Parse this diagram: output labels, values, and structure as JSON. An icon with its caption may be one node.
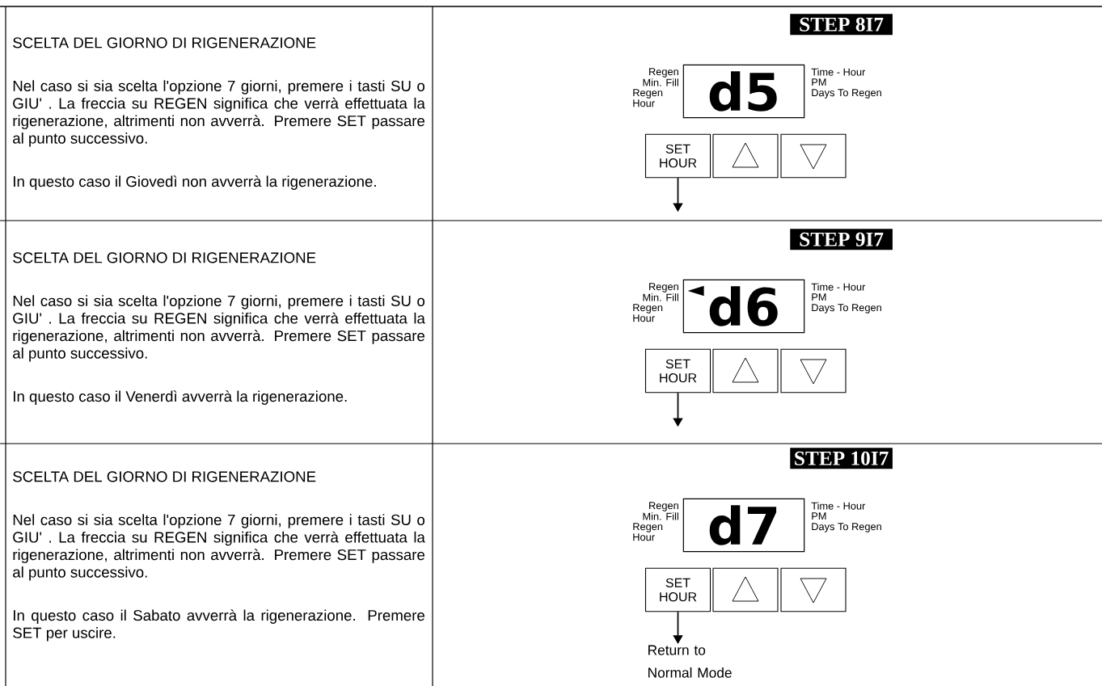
{
  "diagram": {
    "nodes": [
      {
        "text": [
          "d5"
        ],
        "beside": [
          "Regen",
          "Min. Fill",
          "Regen Hour",
          "Time - Hour",
          "PM",
          "Days To Regen"
        ]
      },
      {
        "text": [
          "SET HOUR"
        ]
      },
      {
        "text": [],
        "shape": "box"
      },
      {
        "text": [],
        "shape": "box"
      },
      {
        "text": [
          "d6"
        ],
        "beside": [
          "Regen",
          "Min. Fill",
          "Regen Hour",
          "Time - Hour",
          "PM",
          "Days To Regen"
        ]
      },
      {
        "text": [
          "SET HOUR"
        ]
      },
      {
        "text": [],
        "shape": "box"
      },
      {
        "text": [],
        "shape": "box"
      },
      {
        "text": [
          "d7"
        ],
        "beside": [
          "Regen",
          "Min. Fill",
          "Regen Hour",
          "Time - Hour",
          "PM",
          "Days To Regen"
        ]
      },
      {
        "text": [
          "SET HOUR"
        ]
      },
      {
        "text": [],
        "shape": "box"
      },
      {
        "text": [],
        "shape": "box"
      },
      {
        "text": [
          "Return to Normal Mode"
        ]
      }
    ],
    "edges": [
      {
        "from": 1,
        "to": null,
        "arrow": "to"
      },
      {
        "from": 5,
        "to": null,
        "arrow": "to"
      },
      {
        "from": 9,
        "to": 12,
        "arrow": "to"
      }
    ],
    "labels": [
      "SCELTA DEL GIORNO DI RIGENERAZIONE",
      "Nel caso si sia scelta l'opzione 7 giorni, premere i tasti SU o GIU' . La freccia su REGEN significa che verrà effettuata la rigenerazione, altrimenti non avverrà. Premere SET passare al punto successivo.",
      "In questo caso il Giovedì non avverrà la rigenerazione.",
      "STEP 8I7",
      "SCELTA DEL GIORNO DI RIGENERAZIONE",
      "Nel caso si sia scelta l'opzione 7 giorni, premere i tasti SU o GIU' . La freccia su REGEN significa che verrà effettuata la rigenerazione, altrimenti non avverrà. Premere SET passare al punto successivo.",
      "In questo caso il Venerdì avverrà la rigenerazione.",
      "STEP 9I7",
      "SCELTA DEL GIORNO DI RIGENERAZIONE",
      "Nel caso si sia scelta l'opzione 7 giorni, premere i tasti SU o GIU' . La freccia su REGEN significa che verrà effettuata la rigenerazione, altrimenti non avverrà. Premere SET passare al punto successivo.",
      "In questo caso il Sabato avverrà la rigenerazione. Premere SET per uscire.",
      "STEP 10I7"
    ]
  }
}
